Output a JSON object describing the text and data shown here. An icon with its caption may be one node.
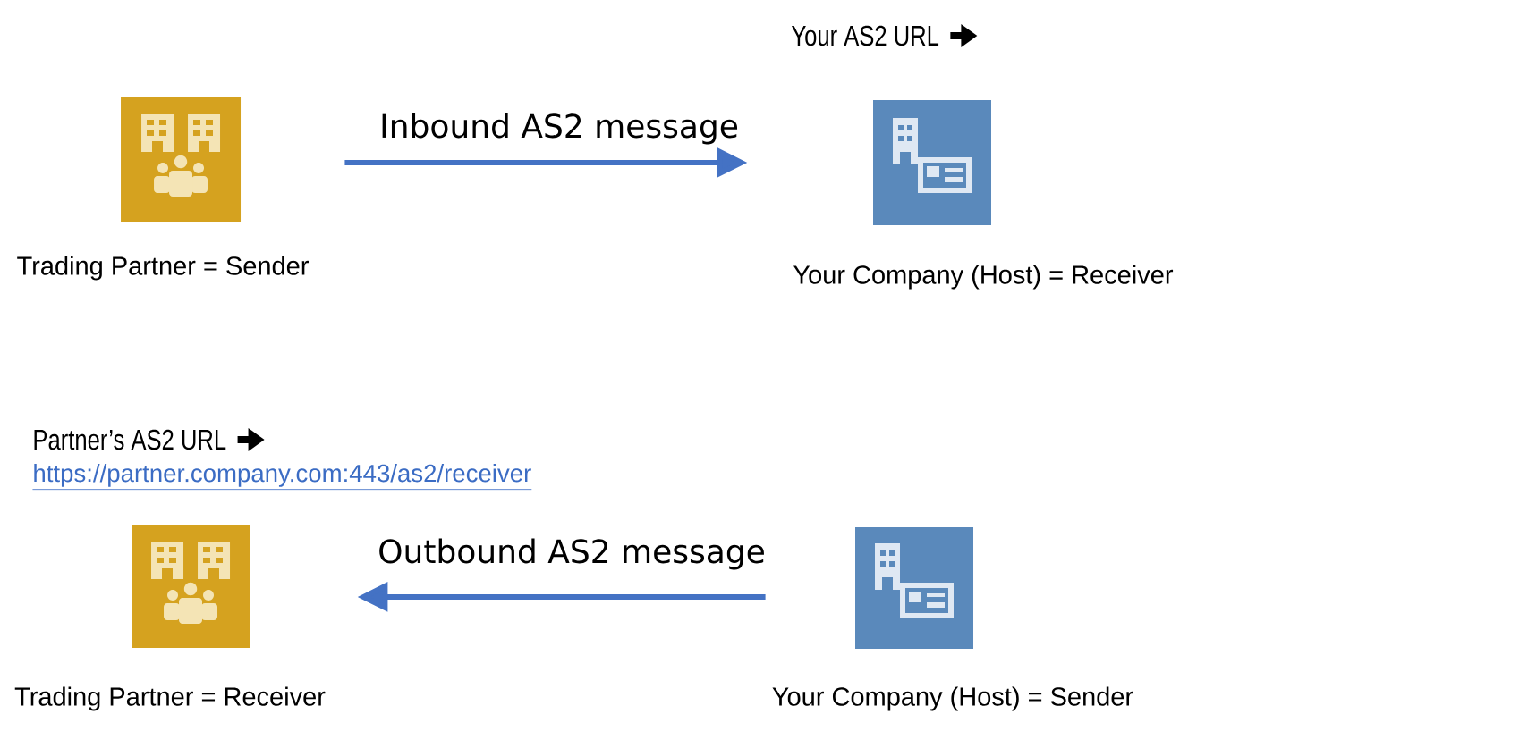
{
  "diagram": {
    "nodes": [
      {
        "text": [],
        "shape": "picture",
        "beside": [
          "Trading Partner = Sender"
        ]
      },
      {
        "text": [],
        "shape": "picture",
        "beside": [
          "Your Company (Host) = Receiver"
        ]
      },
      {
        "text": [],
        "shape": "picture",
        "beside": [
          "Trading Partner = Receiver"
        ]
      },
      {
        "text": [],
        "shape": "picture",
        "beside": [
          "Your Company (Host) = Sender"
        ]
      }
    ],
    "edges": [
      {
        "from": 0,
        "to": 1,
        "arrow": "to",
        "label": "Inbound AS2 message"
      },
      {
        "from": 3,
        "to": 2,
        "arrow": "to",
        "label": "Outbound AS2 message"
      }
    ],
    "labels": [
      "Your AS2 URL",
      "Partner’s AS2 URL",
      "https://partner.company.com:443/as2/receiver"
    ]
  }
}
